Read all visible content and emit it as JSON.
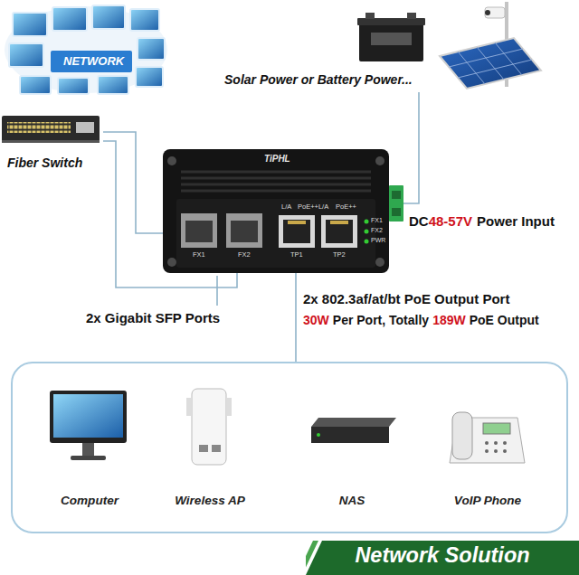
{
  "diagram": {
    "nodes": [
      {
        "text": [
          "Fiber Switch"
        ]
      },
      {
        "text": [
          "Solar Power or Battery Power..."
        ]
      },
      {
        "text": [
          "TiPHL"
        ]
      },
      {
        "text": []
      },
      {
        "text": [
          "Computer"
        ],
        "in": 3
      },
      {
        "text": [
          "Wireless AP"
        ],
        "in": 3
      },
      {
        "text": [
          "NAS"
        ],
        "in": 3
      },
      {
        "text": [
          "VoIP Phone"
        ],
        "in": 3
      },
      {
        "text": [
          "Network Solution"
        ]
      }
    ],
    "edges": [
      {
        "from": 0,
        "to": 2,
        "arrow": "none"
      },
      {
        "from": 0,
        "to": 2,
        "arrow": "none"
      },
      {
        "from": 1,
        "to": 2,
        "arrow": "none"
      },
      {
        "from": 2,
        "to": 3,
        "arrow": "none"
      }
    ],
    "labels": [
      "NETWORK",
      "L/A",
      "PoE++L/A",
      "PoE++",
      "FX1",
      "FX2",
      "TP1",
      "TP2",
      "FX1",
      "FX2",
      "PWR",
      "DC",
      "48-57V",
      "Power Input",
      "2x Gigabit SFP Ports",
      "2x 802.3af/at/bt PoE Output Port",
      "30W",
      "Per Port, Totally",
      "189W",
      "PoE Output"
    ]
  }
}
